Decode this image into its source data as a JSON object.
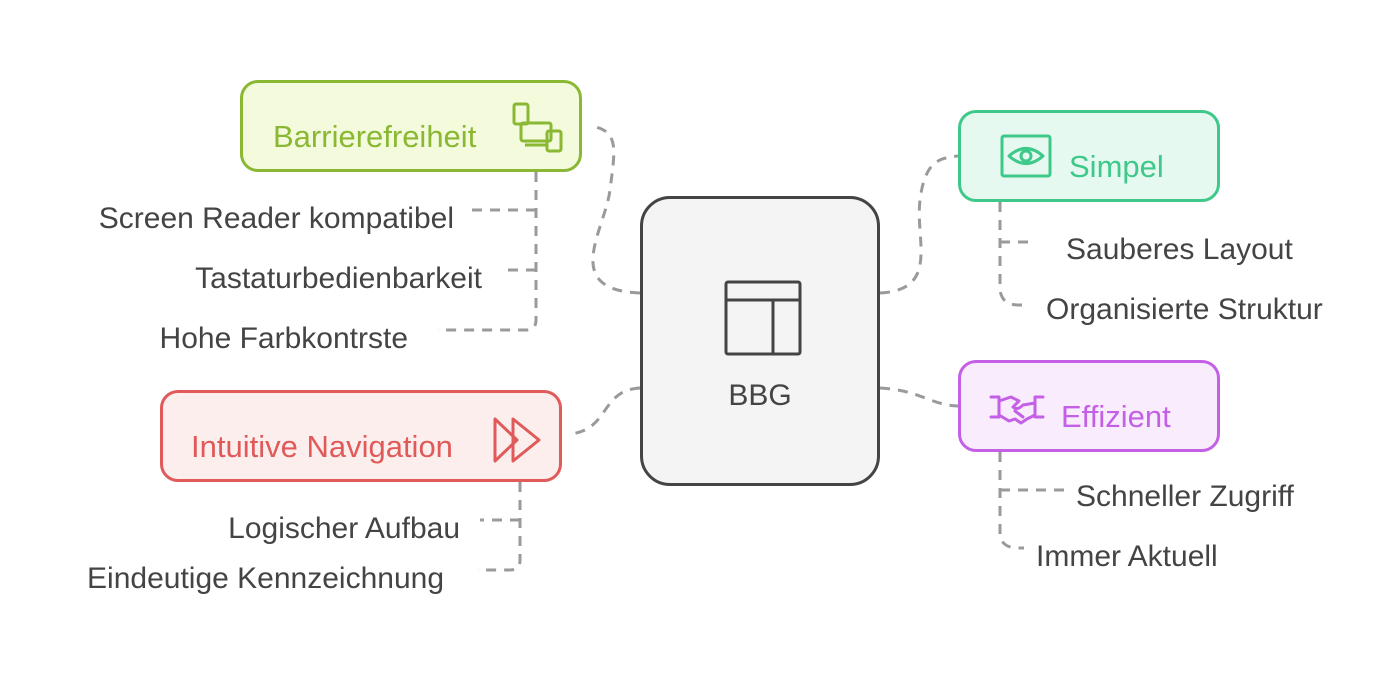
{
  "center": {
    "label": "BBG",
    "icon": "layout-icon",
    "color": "#444444"
  },
  "branches": {
    "barrierefreiheit": {
      "label": "Barrierefreiheit",
      "icon": "devices-icon",
      "color": "#8ab833",
      "fill": "#f3fbdc",
      "children": [
        "Screen Reader kompatibel",
        "Tastaturbedienbarkeit",
        "Hohe Farbkontrste"
      ]
    },
    "navigation": {
      "label": "Intuitive Navigation",
      "icon": "fast-forward-icon",
      "color": "#e05a5a",
      "fill": "#fdeeee",
      "children": [
        "Logischer Aufbau",
        "Eindeutige Kennzeichnung"
      ]
    },
    "simpel": {
      "label": "Simpel",
      "icon": "eye-icon",
      "color": "#3ec98a",
      "fill": "#e6f9f0",
      "children": [
        "Sauberes Layout",
        "Organisierte Struktur"
      ]
    },
    "effizient": {
      "label": "Effizient",
      "icon": "handshake-icon",
      "color": "#c460e6",
      "fill": "#f9ecfd",
      "children": [
        "Schneller Zugriff",
        "Immer Aktuell"
      ]
    }
  },
  "connector_color": "#9a9a9a"
}
